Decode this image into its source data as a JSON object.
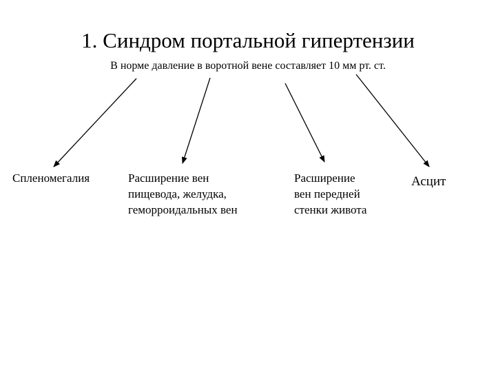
{
  "slide": {
    "title": "1. Синдром портальной гипертензии",
    "subtitle": "В норме давление в воротной вене составляет 10 мм рт. ст."
  },
  "outcomes": [
    {
      "label": "Спленомегалия"
    },
    {
      "label": "Расширение вен\nпищевода, желудка,\nгеморроидальных вен"
    },
    {
      "label": "Расширение\nвен передней\nстенки живота"
    },
    {
      "label": "Асцит"
    }
  ],
  "colors": {
    "text": "#000000",
    "arrow": "#000000",
    "background": "#ffffff"
  }
}
